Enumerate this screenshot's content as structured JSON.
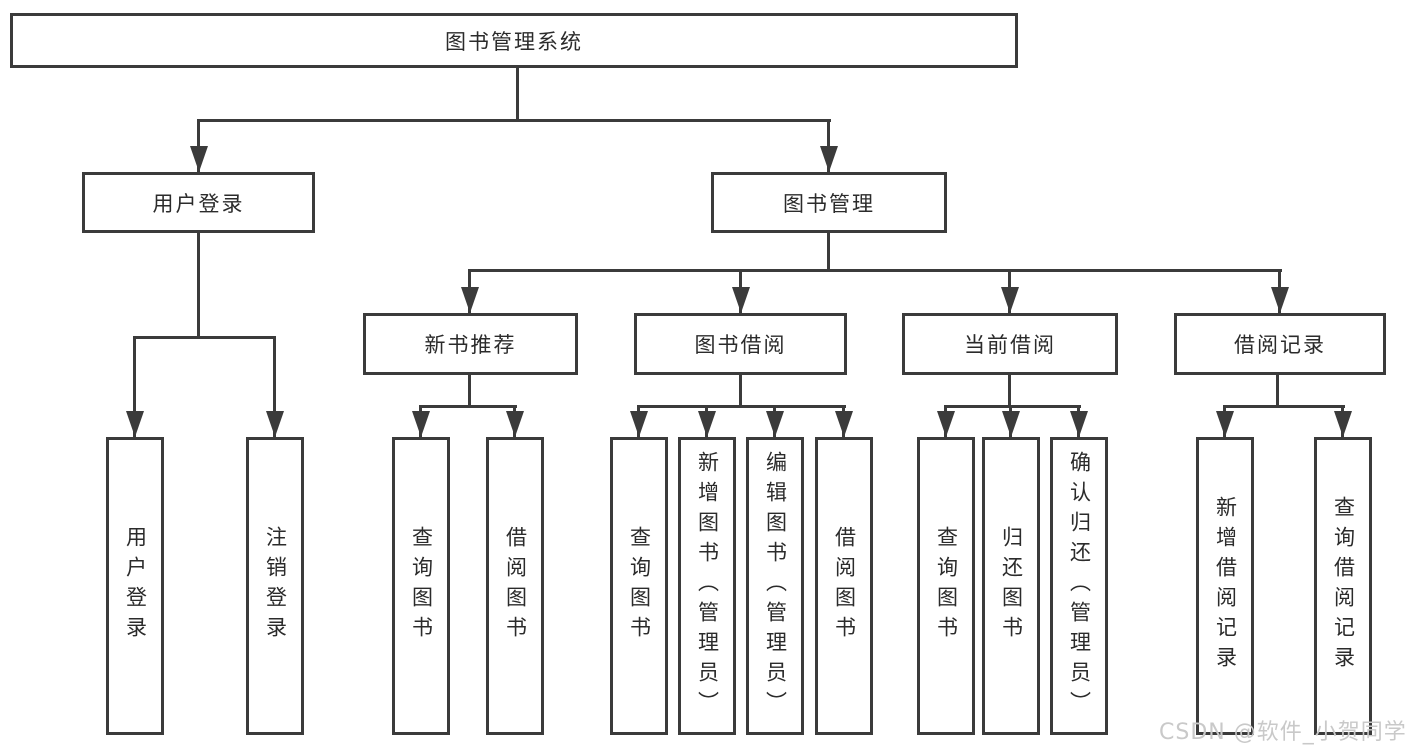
{
  "colors": {
    "line": "#3b3b3b",
    "text": "#2b2b2b",
    "watermark": "#c9c9c9"
  },
  "watermark": {
    "text": "CSDN @软件_小贺同学"
  },
  "nodes": {
    "root": "图书管理系统",
    "user_login": "用户登录",
    "book_mgmt": "图书管理",
    "new_book_rec": "新书推荐",
    "book_borrow": "图书借阅",
    "current_borrow": "当前借阅",
    "borrow_records": "借阅记录",
    "leaf_user_login": "用户登录",
    "leaf_logout": "注销登录",
    "leaf_query_book_1": "查询图书",
    "leaf_borrow_book_1": "借阅图书",
    "leaf_query_book_2": "查询图书",
    "leaf_add_book": "新增图书（管理员）",
    "leaf_edit_book": "编辑图书（管理员）",
    "leaf_borrow_book_2": "借阅图书",
    "leaf_query_book_3": "查询图书",
    "leaf_return_book": "归还图书",
    "leaf_confirm_return": "确认归还（管理员）",
    "leaf_add_record": "新增借阅记录",
    "leaf_query_record": "查询借阅记录"
  }
}
